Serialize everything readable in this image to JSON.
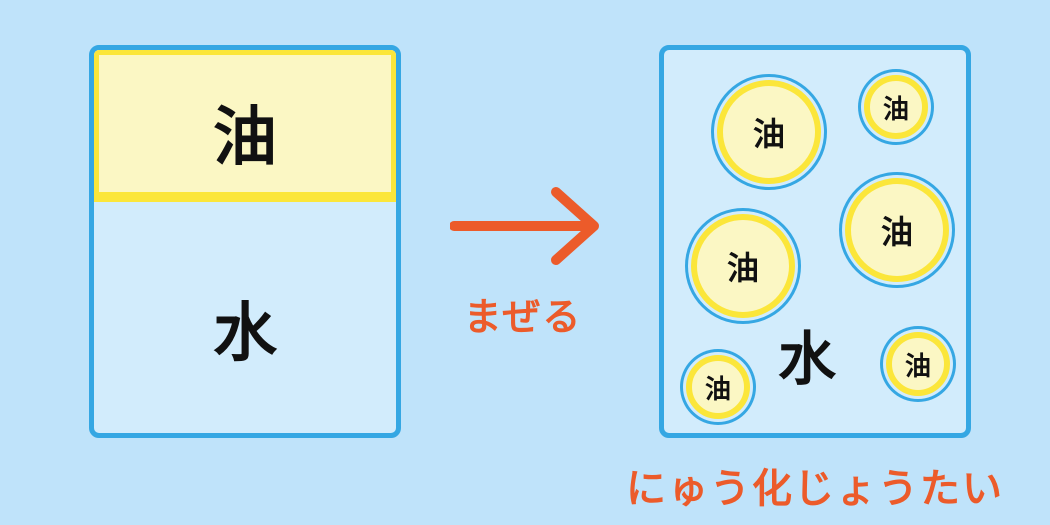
{
  "before": {
    "oil_label": "油",
    "water_label": "水"
  },
  "arrow": {
    "label": "まぜる"
  },
  "after": {
    "droplet_label": "油",
    "water_label": "水",
    "caption": "にゅう化じょうたい"
  },
  "colors": {
    "background": "#bfe3fa",
    "water_fill": "#d2ecfc",
    "container_border": "#35a7e3",
    "oil_fill": "#fbf7c4",
    "oil_border": "#fbe63a",
    "accent": "#ec5b2a"
  }
}
